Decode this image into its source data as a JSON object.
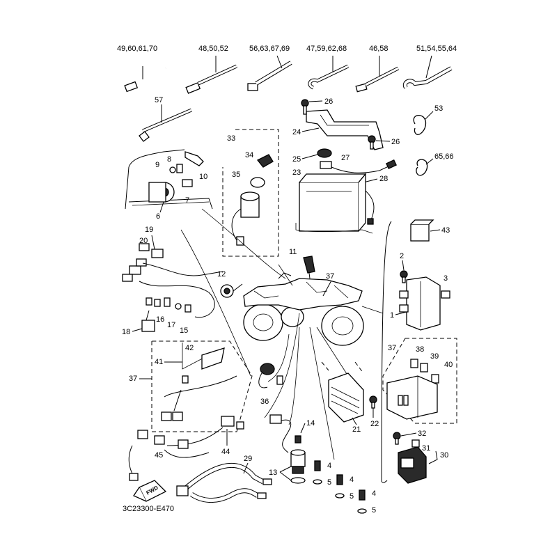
{
  "callouts": {
    "top_49": "49,60,61,70",
    "top_48": "48,50,52",
    "top_56": "56,63,67,69",
    "top_47": "47,59,62,68",
    "top_46": "46,58",
    "top_51": "51,54,55,64",
    "c57": "57",
    "c26a": "26",
    "c26b": "26",
    "c24": "24",
    "c25": "25",
    "c27": "27",
    "c23": "23",
    "c28": "28",
    "c53": "53",
    "c6566": "65,66",
    "c33": "33",
    "c34": "34",
    "c35": "35",
    "c9": "9",
    "c8": "8",
    "c10": "10",
    "c7": "7",
    "c6": "6",
    "c43": "43",
    "c19": "19",
    "c20": "20",
    "c11": "11",
    "c12": "12",
    "c37a": "37",
    "c2": "2",
    "c3": "3",
    "c1": "1",
    "c16": "16",
    "c17": "17",
    "c15": "15",
    "c18": "18",
    "c42": "42",
    "c41": "41",
    "c37b": "37",
    "c36": "36",
    "c37c": "37",
    "c38": "38",
    "c39": "39",
    "c40": "40",
    "c21": "21",
    "c22": "22",
    "c14": "14",
    "c4a": "4",
    "c4b": "4",
    "c4c": "4",
    "c5a": "5",
    "c5b": "5",
    "c5c": "5",
    "c13": "13",
    "c32": "32",
    "c31": "31",
    "c30": "30",
    "c45": "45",
    "c44": "44",
    "c29": "29"
  },
  "direction_arrow": "FWD",
  "diagram_code": "3C23300-E470"
}
